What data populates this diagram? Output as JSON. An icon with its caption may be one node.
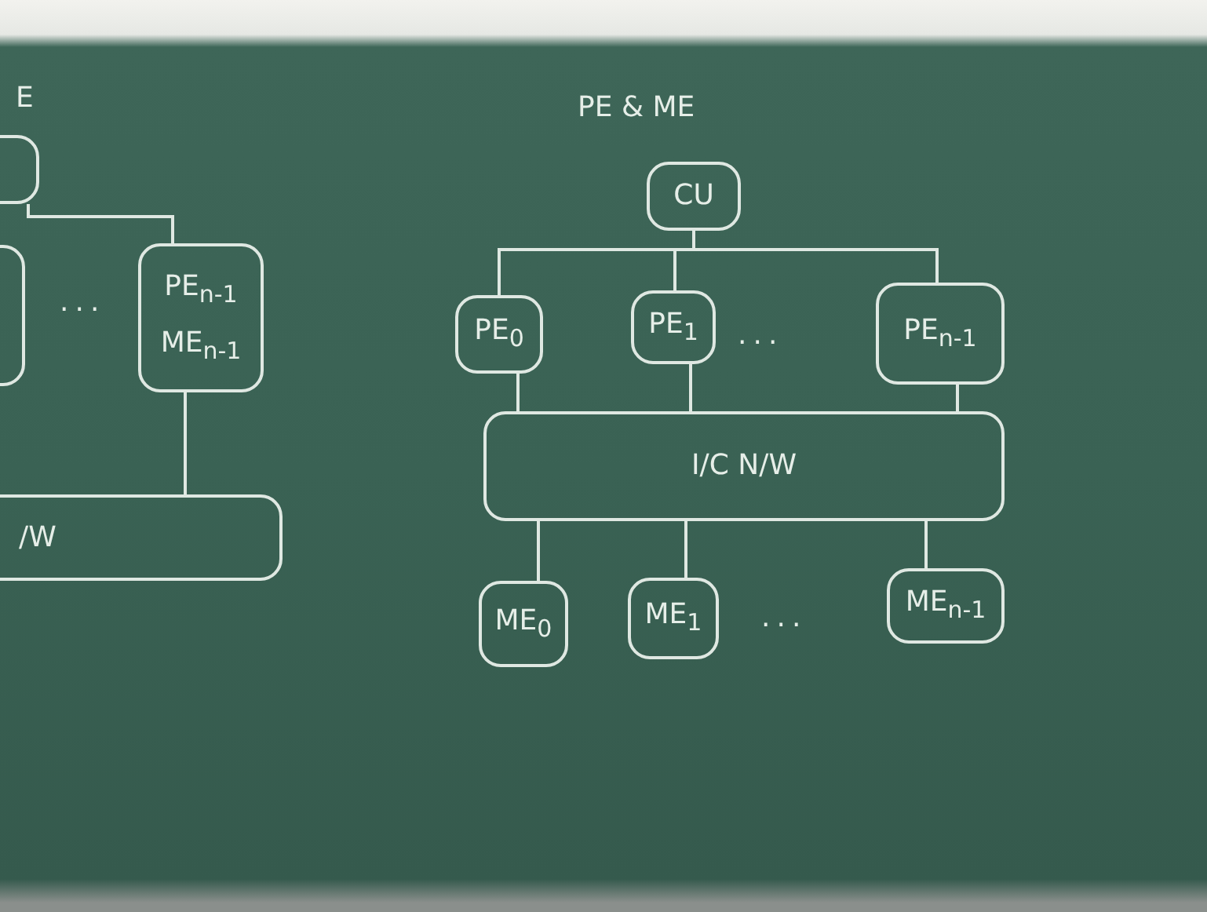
{
  "diagram": {
    "title": "PE & ME",
    "nodes": [
      {
        "text": [],
        "shape": "box"
      },
      {
        "text": [],
        "shape": "box"
      },
      {
        "text": [
          "PE$_{n-1}$",
          "ME$_{n-1}$"
        ]
      },
      {
        "text": [
          "/W"
        ]
      },
      {
        "text": [
          "CU"
        ]
      },
      {
        "text": [
          "PE$_{0}$"
        ]
      },
      {
        "text": [
          "PE$_{1}$"
        ]
      },
      {
        "text": [
          "PE$_{n-1}$"
        ]
      },
      {
        "text": [
          "I/C N/W"
        ]
      },
      {
        "text": [
          "ME$_{0}$"
        ]
      },
      {
        "text": [
          "ME$_{1}$"
        ]
      },
      {
        "text": [
          "ME$_{n-1}$"
        ]
      }
    ],
    "edges": [
      {
        "from": 0,
        "to": 2,
        "arrow": "none"
      },
      {
        "from": 2,
        "to": 3,
        "arrow": "none"
      },
      {
        "from": 4,
        "to": 5,
        "arrow": "none"
      },
      {
        "from": 4,
        "to": 6,
        "arrow": "none"
      },
      {
        "from": 4,
        "to": 7,
        "arrow": "none"
      },
      {
        "from": 5,
        "to": 8,
        "arrow": "none"
      },
      {
        "from": 6,
        "to": 8,
        "arrow": "none"
      },
      {
        "from": 7,
        "to": 8,
        "arrow": "none"
      },
      {
        "from": 8,
        "to": 9,
        "arrow": "none"
      },
      {
        "from": 8,
        "to": 10,
        "arrow": "none"
      },
      {
        "from": 8,
        "to": 11,
        "arrow": "none"
      }
    ],
    "labels": [
      "E",
      "...",
      "...",
      "..."
    ]
  }
}
